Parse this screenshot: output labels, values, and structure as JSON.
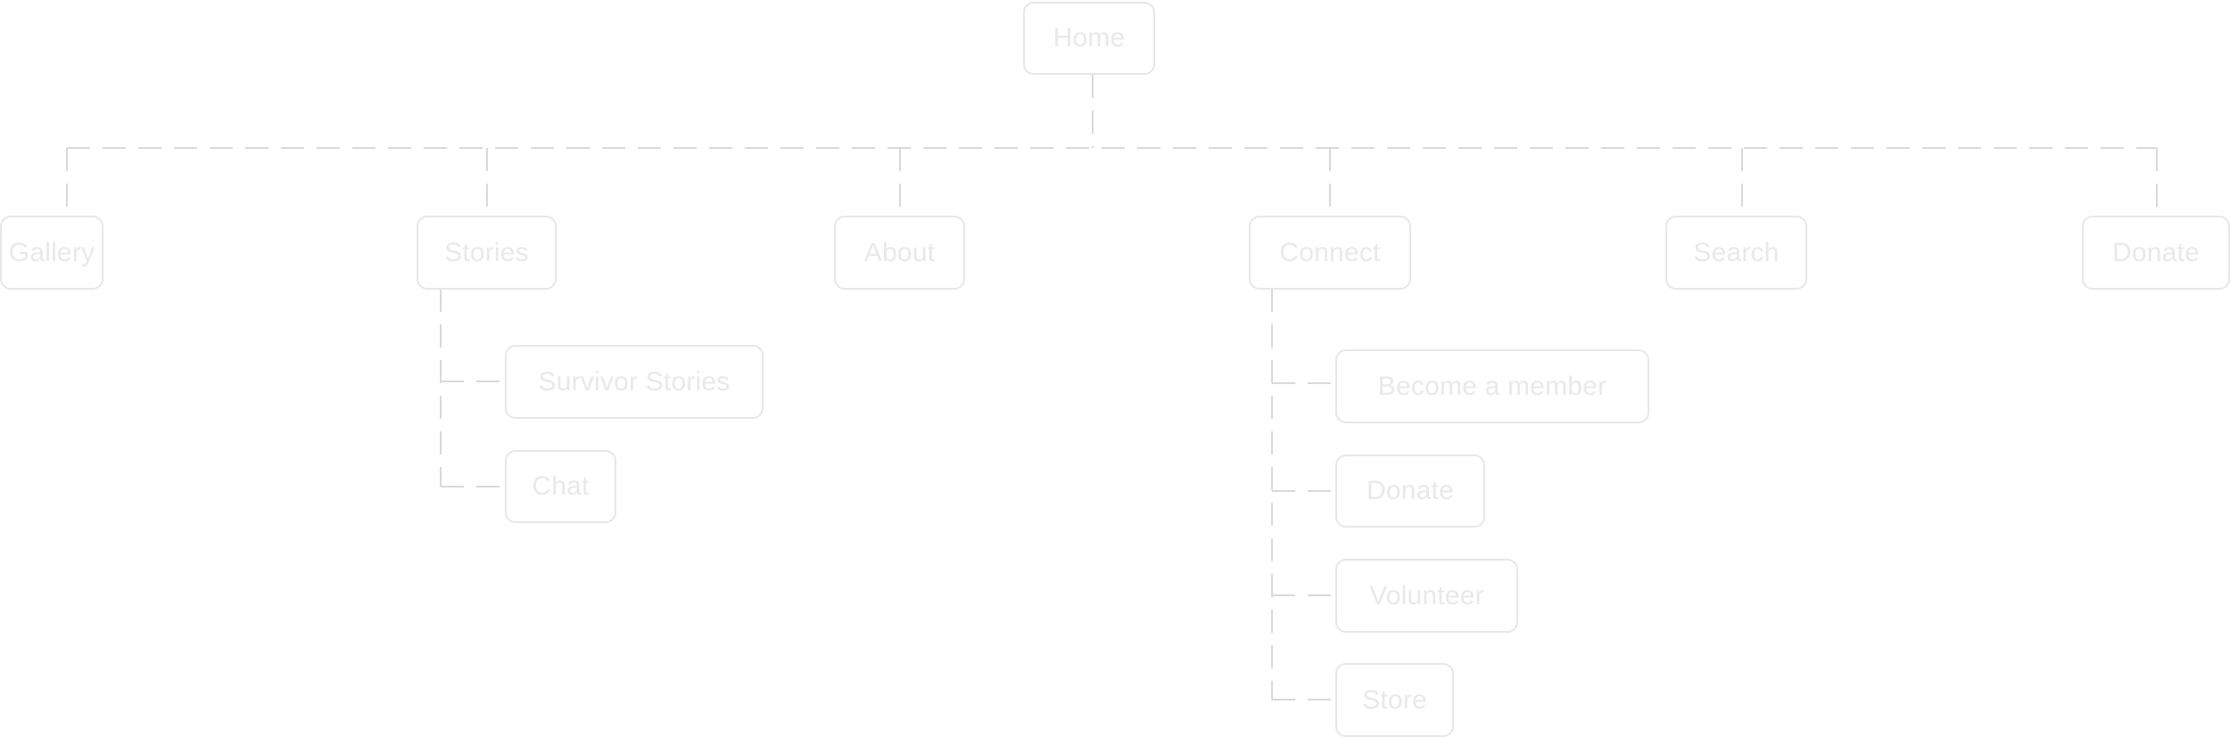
{
  "sitemap": {
    "root": {
      "label": "Home"
    },
    "sections": [
      {
        "label": "Gallery",
        "children": []
      },
      {
        "label": "Stories",
        "children": [
          {
            "label": "Survivor Stories"
          },
          {
            "label": "Chat"
          }
        ]
      },
      {
        "label": "About",
        "children": []
      },
      {
        "label": "Connect",
        "children": [
          {
            "label": "Become a member"
          },
          {
            "label": "Donate"
          },
          {
            "label": "Volunteer"
          },
          {
            "label": "Store"
          }
        ]
      },
      {
        "label": "Search",
        "children": []
      },
      {
        "label": "Donate",
        "children": []
      }
    ]
  },
  "colors": {
    "node_border": "#e7e7e7",
    "node_text": "#e9e9e9",
    "connector": "#d9d9d9",
    "background": "#ffffff"
  }
}
